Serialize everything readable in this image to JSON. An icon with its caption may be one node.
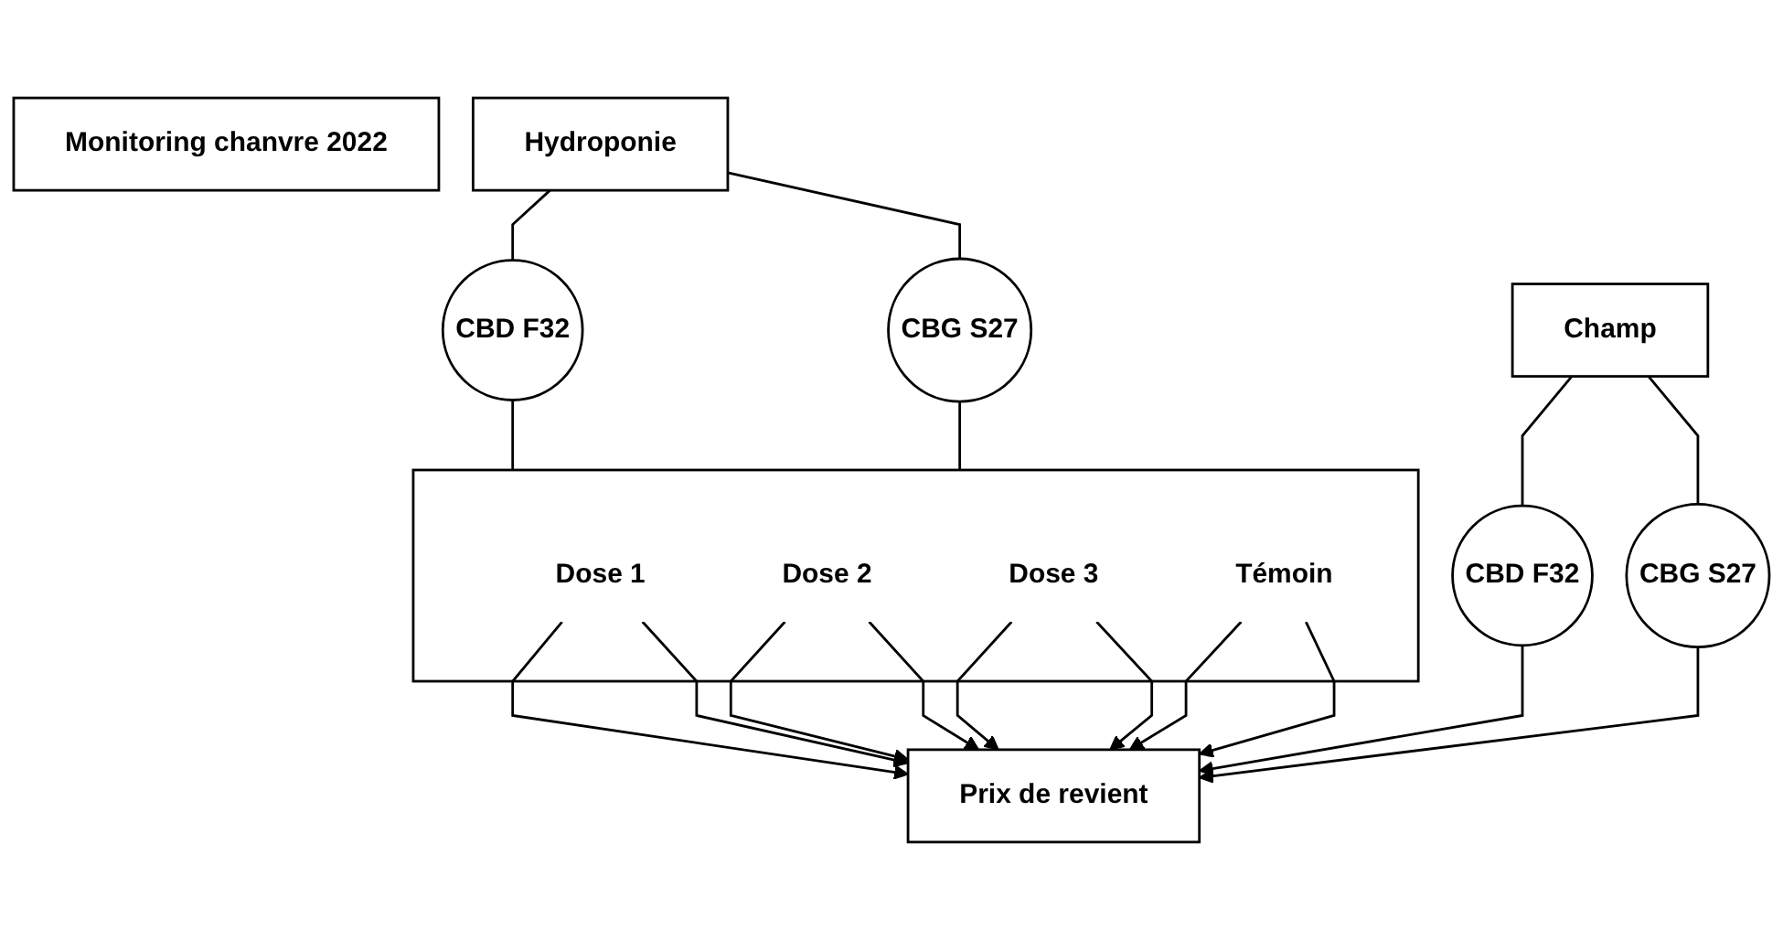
{
  "diagram": {
    "nodes": [
      {
        "text": [
          "Monitoring chanvre 2022"
        ]
      },
      {
        "text": [
          "Hydroponie"
        ]
      },
      {
        "text": [
          "Champ"
        ]
      },
      {
        "text": [
          "CBD F32"
        ]
      },
      {
        "text": [
          "CBG S27"
        ]
      },
      {
        "text": [
          "CBD F32"
        ]
      },
      {
        "text": [
          "CBG S27"
        ]
      },
      {
        "text": [],
        "shape": "box"
      },
      {
        "text": [
          "Dose 1"
        ],
        "in": 7
      },
      {
        "text": [
          "Dose 2"
        ],
        "in": 7
      },
      {
        "text": [
          "Dose 3"
        ],
        "in": 7
      },
      {
        "text": [
          "Témoin"
        ],
        "in": 7
      },
      {
        "text": [
          "Prix de revient"
        ]
      }
    ],
    "edges": [
      {
        "from": 1,
        "to": 3,
        "arrow": "none"
      },
      {
        "from": 1,
        "to": 4,
        "arrow": "none"
      },
      {
        "from": 2,
        "to": 5,
        "arrow": "none"
      },
      {
        "from": 2,
        "to": 6,
        "arrow": "none"
      },
      {
        "from": 3,
        "to": 7,
        "arrow": "none"
      },
      {
        "from": 4,
        "to": 7,
        "arrow": "none"
      },
      {
        "from": 8,
        "to": 12,
        "arrow": "to"
      },
      {
        "from": 8,
        "to": 12,
        "arrow": "to"
      },
      {
        "from": 9,
        "to": 12,
        "arrow": "to"
      },
      {
        "from": 9,
        "to": 12,
        "arrow": "to"
      },
      {
        "from": 10,
        "to": 12,
        "arrow": "to"
      },
      {
        "from": 10,
        "to": 12,
        "arrow": "to"
      },
      {
        "from": 11,
        "to": 12,
        "arrow": "to"
      },
      {
        "from": 11,
        "to": 12,
        "arrow": "to"
      },
      {
        "from": 5,
        "to": 12,
        "arrow": "to"
      },
      {
        "from": 6,
        "to": 12,
        "arrow": "to"
      }
    ]
  }
}
